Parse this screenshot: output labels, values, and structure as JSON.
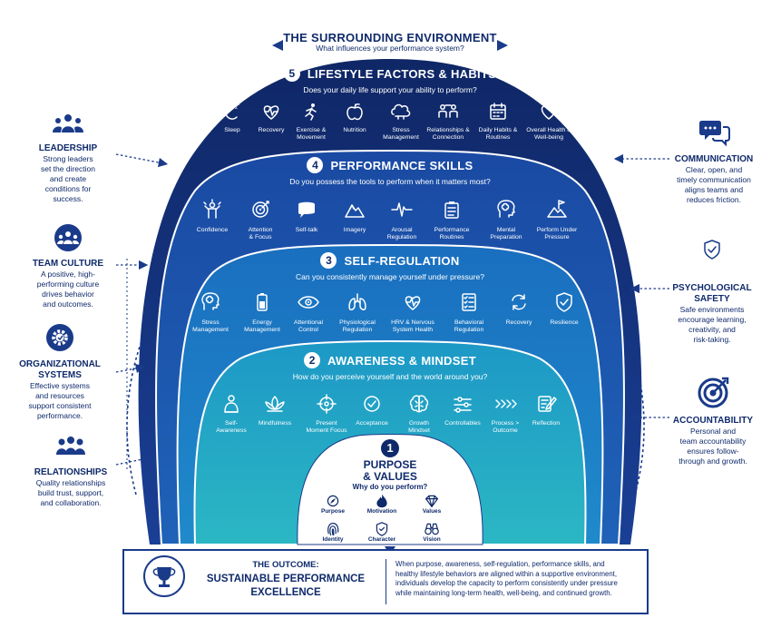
{
  "header": {
    "title": "THE SURROUNDING ENVIRONMENT",
    "subtitle": "What influences your performance system?"
  },
  "layers": [
    {
      "number": "5",
      "title": "LIFESTYLE FACTORS & HABITS",
      "question": "Does your daily life support your ability to perform?",
      "items": [
        {
          "icon": "sleep-icon",
          "label": [
            "Sleep"
          ]
        },
        {
          "icon": "heart-pulse-icon",
          "label": [
            "Recovery"
          ]
        },
        {
          "icon": "runner-icon",
          "label": [
            "Exercise &",
            "Movement"
          ]
        },
        {
          "icon": "apple-icon",
          "label": [
            "Nutrition"
          ]
        },
        {
          "icon": "brain-cloud-icon",
          "label": [
            "Stress",
            "Management"
          ]
        },
        {
          "icon": "people-connection-icon",
          "label": [
            "Relationships &",
            "Connection"
          ]
        },
        {
          "icon": "calendar-icon",
          "label": [
            "Daily Habits &",
            "Routines"
          ]
        },
        {
          "icon": "heart-icon",
          "label": [
            "Overall Health &",
            "Well-being"
          ]
        }
      ]
    },
    {
      "number": "4",
      "title": "PERFORMANCE SKILLS",
      "question": "Do you possess the tools to perform when it matters most?",
      "items": [
        {
          "icon": "confident-person-icon",
          "label": [
            "Confidence"
          ]
        },
        {
          "icon": "target-icon",
          "label": [
            "Attention",
            "& Focus"
          ]
        },
        {
          "icon": "speech-bubble-icon",
          "label": [
            "Self-talk"
          ]
        },
        {
          "icon": "mountain-icon",
          "label": [
            "Imagery"
          ]
        },
        {
          "icon": "pulse-wave-icon",
          "label": [
            "Arousal",
            "Regulation"
          ]
        },
        {
          "icon": "clipboard-icon",
          "label": [
            "Performance",
            "Routines"
          ]
        },
        {
          "icon": "head-brain-icon",
          "label": [
            "Mental",
            "Preparation"
          ]
        },
        {
          "icon": "summit-flag-icon",
          "label": [
            "Perform Under",
            "Pressure"
          ]
        }
      ]
    },
    {
      "number": "3",
      "title": "SELF-REGULATION",
      "question": "Can you consistently manage yourself under pressure?",
      "items": [
        {
          "icon": "head-brain-icon",
          "label": [
            "Stress",
            "Management"
          ]
        },
        {
          "icon": "battery-icon",
          "label": [
            "Energy",
            "Management"
          ]
        },
        {
          "icon": "eye-icon",
          "label": [
            "Attentional",
            "Control"
          ]
        },
        {
          "icon": "lungs-icon",
          "label": [
            "Physiological",
            "Regulation"
          ]
        },
        {
          "icon": "heart-pulse-icon",
          "label": [
            "HRV & Nervous",
            "System Health"
          ]
        },
        {
          "icon": "checklist-icon",
          "label": [
            "Behavioral",
            "Regulation"
          ]
        },
        {
          "icon": "recycle-arrows-icon",
          "label": [
            "Recovery"
          ]
        },
        {
          "icon": "shield-check-icon",
          "label": [
            "Resilience"
          ]
        }
      ]
    },
    {
      "number": "2",
      "title": "AWARENESS & MINDSET",
      "question": "How do you perceive yourself and the world around you?",
      "items": [
        {
          "icon": "person-icon",
          "label": [
            "Self-",
            "Awareness"
          ]
        },
        {
          "icon": "lotus-icon",
          "label": [
            "Mindfulness"
          ]
        },
        {
          "icon": "crosshair-icon",
          "label": [
            "Present",
            "Moment Focus"
          ]
        },
        {
          "icon": "check-circle-icon",
          "label": [
            "Acceptance"
          ]
        },
        {
          "icon": "brain-icon",
          "label": [
            "Growth",
            "Mindset"
          ]
        },
        {
          "icon": "sliders-icon",
          "label": [
            "Controllables"
          ]
        },
        {
          "icon": "chevrons-icon",
          "label": [
            "Process >",
            "Outcome"
          ]
        },
        {
          "icon": "pencil-note-icon",
          "label": [
            "Reflection"
          ]
        }
      ]
    }
  ],
  "core": {
    "number": "1",
    "title_line1": "PURPOSE",
    "title_line2": "& VALUES",
    "question": "Why do you perform?",
    "items": [
      {
        "icon": "compass-icon",
        "label": "Purpose"
      },
      {
        "icon": "flame-icon",
        "label": "Motivation"
      },
      {
        "icon": "diamond-icon",
        "label": "Values"
      },
      {
        "icon": "fingerprint-icon",
        "label": "Identity"
      },
      {
        "icon": "shield-star-icon",
        "label": "Character"
      },
      {
        "icon": "binoculars-icon",
        "label": "Vision"
      }
    ]
  },
  "left_factors": [
    {
      "icon": "leadership-group-icon",
      "title": [
        "LEADERSHIP"
      ],
      "text": [
        "Strong leaders",
        "set the direction",
        "and create",
        "conditions for",
        "success."
      ]
    },
    {
      "icon": "team-culture-icon",
      "title": [
        "TEAM CULTURE"
      ],
      "text": [
        "A positive, high-",
        "performing culture",
        "drives behavior",
        "and outcomes."
      ]
    },
    {
      "icon": "gear-icon",
      "title": [
        "ORGANIZATIONAL",
        "SYSTEMS"
      ],
      "text": [
        "Effective systems",
        "and resources",
        "support consistent",
        "performance."
      ]
    },
    {
      "icon": "relationships-group-icon",
      "title": [
        "RELATIONSHIPS"
      ],
      "text": [
        "Quality relationships",
        "build trust, support,",
        "and collaboration."
      ]
    }
  ],
  "right_factors": [
    {
      "icon": "chat-bubbles-icon",
      "title": [
        "COMMUNICATION"
      ],
      "text": [
        "Clear, open, and",
        "timely communication",
        "aligns teams and",
        "reduces friction."
      ]
    },
    {
      "icon": "shield-check-icon",
      "title": [
        "PSYCHOLOGICAL",
        "SAFETY"
      ],
      "text": [
        "Safe environments",
        "encourage learning,",
        "creativity, and",
        "risk-taking."
      ]
    },
    {
      "icon": "target-arrow-icon",
      "title": [
        "ACCOUNTABILITY"
      ],
      "text": [
        "Personal and",
        "team accountability",
        "ensures follow-",
        "through and growth."
      ]
    }
  ],
  "outcome": {
    "label": "THE OUTCOME:",
    "title_line1": "SUSTAINABLE PERFORMANCE",
    "title_line2": "EXCELLENCE",
    "description": [
      "When purpose, awareness, self-regulation, performance skills, and",
      "healthy lifestyle behaviors are aligned within a supportive environment,",
      "individuals develop the capacity to perform consistently under pressure",
      "while maintaining long-term health, well-being, and continued growth."
    ]
  },
  "colors": {
    "navy": "#0f2a6b",
    "layer5": "#14307d",
    "layer4": "#1650a8",
    "layer3": "#1877c2",
    "layer2": "#1fa3c4",
    "core": "#ffffff"
  }
}
